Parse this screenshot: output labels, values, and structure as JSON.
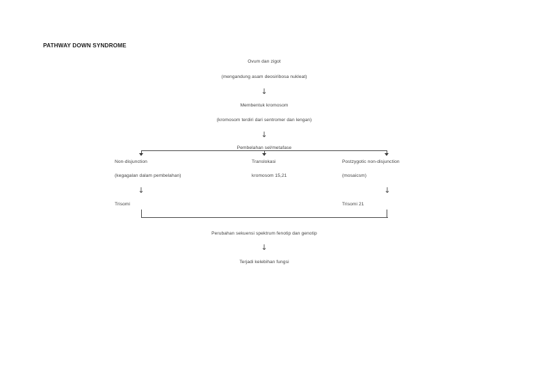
{
  "document": {
    "title": "PATHWAY DOWN SYNDROME"
  },
  "flow": {
    "top_chain": [
      {
        "id": "ovum",
        "label": "Ovum dan zigot"
      },
      {
        "id": "ovum-note",
        "label": "(mengandung asam deosiribosa nukleat)"
      },
      {
        "id": "arrow-1",
        "label": "↓"
      },
      {
        "id": "kromosom",
        "label": "Membentuk kromosom"
      },
      {
        "id": "kromosom-note",
        "label": "(kromosom terdiri dari sentromer dan lengan)"
      },
      {
        "id": "arrow-2",
        "label": "↓"
      },
      {
        "id": "metafase",
        "label": "Pembelahan sel/metafase"
      }
    ],
    "branches": [
      {
        "id": "non-disjunction",
        "label": "Non-disjunction",
        "note": "(kegagalan dalam pembelahan)",
        "arrow": "↓",
        "outcome": "Trisomi"
      },
      {
        "id": "translokasi",
        "label": "Translokasi",
        "note": "kromosom 15,21",
        "arrow": "",
        "outcome": ""
      },
      {
        "id": "postzygotic-non-disjunction",
        "label": "Postzygotic non-disjunction",
        "note": "(mosaicsm)",
        "arrow": "↓",
        "outcome": "Trisomi 21"
      }
    ],
    "bottom_chain": [
      {
        "id": "perubahan",
        "label": "Perubahan sekuensi spektrum fenotip dan genotip"
      },
      {
        "id": "arrow-3",
        "label": "↓"
      },
      {
        "id": "kelebihan",
        "label": "Terjadi kelebihan fungsi"
      }
    ]
  },
  "style": {
    "line_color": "#4a4a4a",
    "text_color": "#3f3f3f",
    "background": "#ffffff"
  }
}
